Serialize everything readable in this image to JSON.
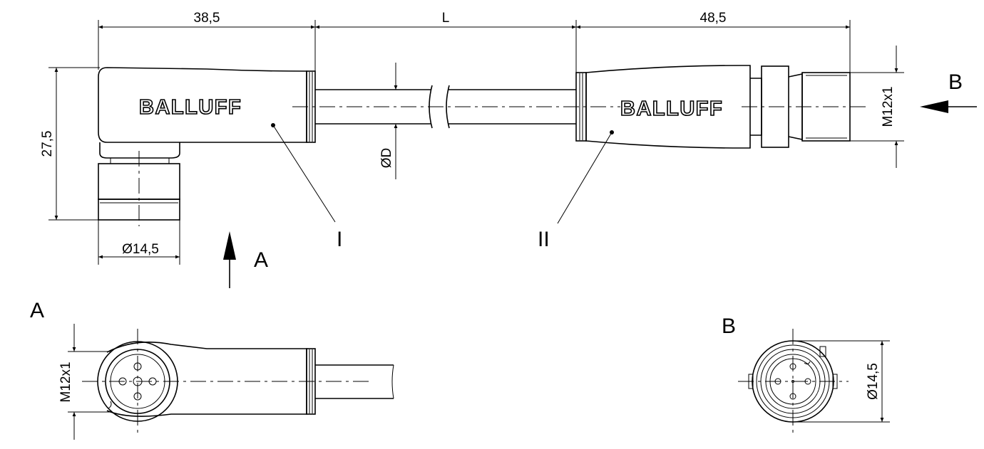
{
  "dimensions": {
    "left_length": "38,5",
    "cable_length": "L",
    "right_length": "48,5",
    "height": "27,5",
    "left_diameter": "Ø14,5",
    "cable_diameter": "ØD",
    "right_thread": "M12x1",
    "view_a_thread": "M12x1",
    "view_b_diameter": "Ø14,5"
  },
  "brand": {
    "left": "BALLUFF",
    "right": "BALLUFF"
  },
  "callouts": {
    "left": "I",
    "right": "II"
  },
  "views": {
    "arrow_a": "A",
    "arrow_b": "B",
    "view_a_title": "A",
    "view_b_title": "B"
  }
}
